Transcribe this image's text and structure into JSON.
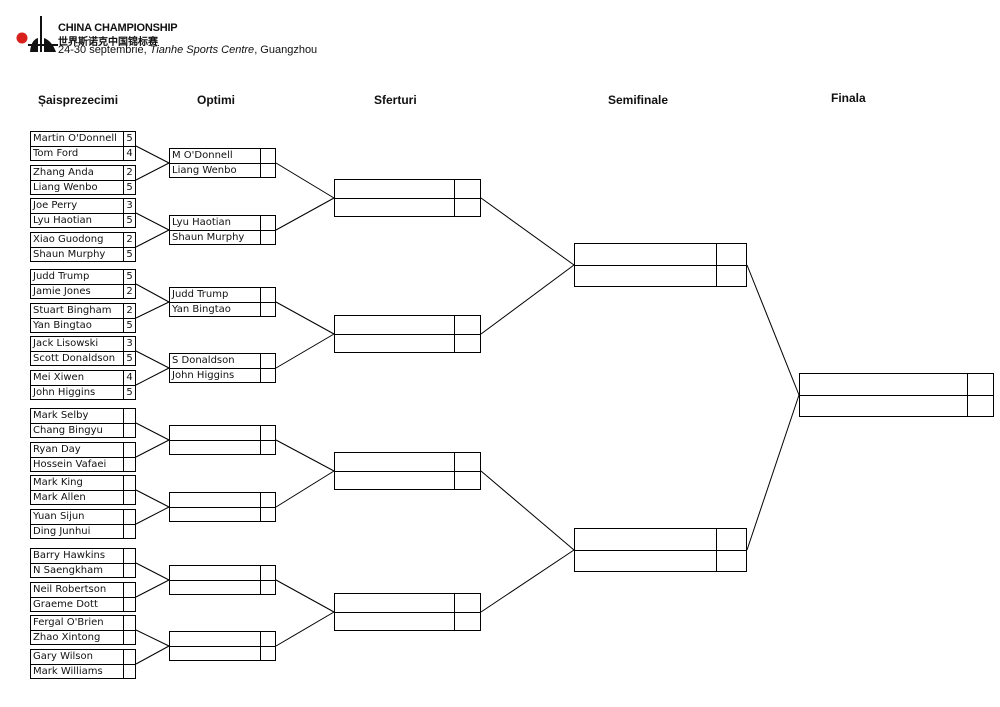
{
  "header": {
    "title": "CHINA CHAMPIONSHIP",
    "title_cn": "世界斯诺克中国锦标赛",
    "date_text": "24-30 septembrie, ",
    "venue": "Tianhe Sports Centre",
    "city_text": ", Guangzhou"
  },
  "rounds": [
    "Șaisprezecimi",
    "Optimi",
    "Sferturi",
    "Semifinale",
    "Finala"
  ],
  "last16": [
    {
      "p1": "Martin O'Donnell",
      "s1": "5",
      "p2": "Tom Ford",
      "s2": "4"
    },
    {
      "p1": "Zhang Anda",
      "s1": "2",
      "p2": "Liang Wenbo",
      "s2": "5"
    },
    {
      "p1": "Joe Perry",
      "s1": "3",
      "p2": "Lyu Haotian",
      "s2": "5"
    },
    {
      "p1": "Xiao Guodong",
      "s1": "2",
      "p2": "Shaun Murphy",
      "s2": "5"
    },
    {
      "p1": "Judd Trump",
      "s1": "5",
      "p2": "Jamie Jones",
      "s2": "2"
    },
    {
      "p1": "Stuart Bingham",
      "s1": "2",
      "p2": "Yan Bingtao",
      "s2": "5"
    },
    {
      "p1": "Jack Lisowski",
      "s1": "3",
      "p2": "Scott Donaldson",
      "s2": "5"
    },
    {
      "p1": "Mei Xiwen",
      "s1": "4",
      "p2": "John Higgins",
      "s2": "5"
    },
    {
      "p1": "Mark Selby",
      "s1": "",
      "p2": "Chang Bingyu",
      "s2": ""
    },
    {
      "p1": "Ryan Day",
      "s1": "",
      "p2": "Hossein Vafaei",
      "s2": ""
    },
    {
      "p1": "Mark King",
      "s1": "",
      "p2": "Mark Allen",
      "s2": ""
    },
    {
      "p1": "Yuan Sijun",
      "s1": "",
      "p2": "Ding Junhui",
      "s2": ""
    },
    {
      "p1": "Barry Hawkins",
      "s1": "",
      "p2": "N Saengkham",
      "s2": ""
    },
    {
      "p1": "Neil Robertson",
      "s1": "",
      "p2": "Graeme Dott",
      "s2": ""
    },
    {
      "p1": "Fergal O'Brien",
      "s1": "",
      "p2": "Zhao Xintong",
      "s2": ""
    },
    {
      "p1": "Gary Wilson",
      "s1": "",
      "p2": "Mark Williams",
      "s2": ""
    }
  ],
  "last8": [
    {
      "p1": "M O'Donnell",
      "s1": "",
      "p2": "Liang Wenbo",
      "s2": ""
    },
    {
      "p1": "Lyu Haotian",
      "s1": "",
      "p2": "Shaun Murphy",
      "s2": ""
    },
    {
      "p1": "Judd Trump",
      "s1": "",
      "p2": "Yan Bingtao",
      "s2": ""
    },
    {
      "p1": "S Donaldson",
      "s1": "",
      "p2": "John Higgins",
      "s2": ""
    },
    {
      "p1": "",
      "s1": "",
      "p2": "",
      "s2": ""
    },
    {
      "p1": "",
      "s1": "",
      "p2": "",
      "s2": ""
    },
    {
      "p1": "",
      "s1": "",
      "p2": "",
      "s2": ""
    },
    {
      "p1": "",
      "s1": "",
      "p2": "",
      "s2": ""
    }
  ],
  "quarters": [
    {
      "p1": "",
      "s1": "",
      "p2": "",
      "s2": ""
    },
    {
      "p1": "",
      "s1": "",
      "p2": "",
      "s2": ""
    },
    {
      "p1": "",
      "s1": "",
      "p2": "",
      "s2": ""
    },
    {
      "p1": "",
      "s1": "",
      "p2": "",
      "s2": ""
    }
  ],
  "semis": [
    {
      "p1": "",
      "s1": "",
      "p2": "",
      "s2": ""
    },
    {
      "p1": "",
      "s1": "",
      "p2": "",
      "s2": ""
    }
  ],
  "final": [
    {
      "p1": "",
      "s1": "",
      "p2": "",
      "s2": ""
    }
  ],
  "colors": {
    "logo_red": "#d8201c",
    "line": "#000000"
  }
}
